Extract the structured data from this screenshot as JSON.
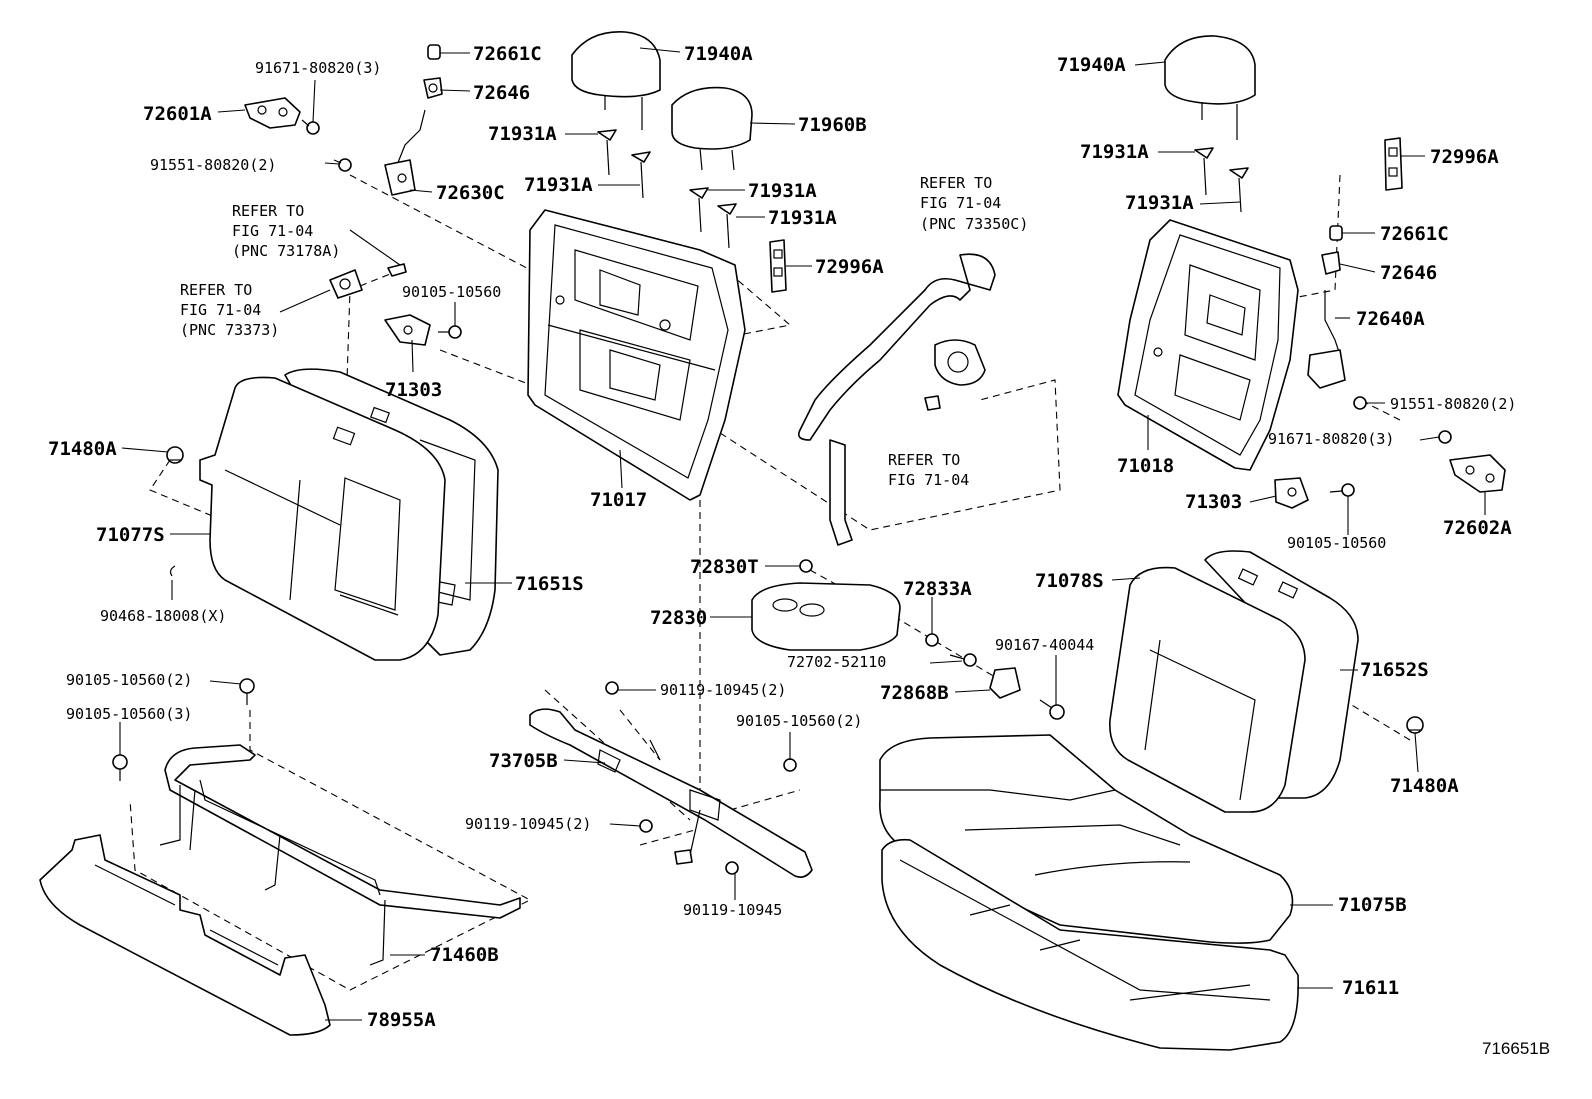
{
  "diagram_id": "716651B",
  "labels": {
    "p91671_80820_3_a": "91671-80820(3)",
    "p72661C_a": "72661C",
    "p71940A_a": "71940A",
    "p72646_a": "72646",
    "p72601A": "72601A",
    "p71931A_a": "71931A",
    "p71960B": "71960B",
    "p91551_80820_2_a": "91551-80820(2)",
    "p71931A_b": "71931A",
    "p72630C": "72630C",
    "p71931A_c": "71931A",
    "p71931A_d": "71931A",
    "p72996A_a": "72996A",
    "p90105_10560_a": "90105-10560",
    "p71303_a": "71303",
    "p71480A_a": "71480A",
    "p71017": "71017",
    "p71077S": "71077S",
    "p71651S": "71651S",
    "p90468_18008X": "90468-18008(X)",
    "p72830T": "72830T",
    "p72833A": "72833A",
    "p72830": "72830",
    "p90167_40044": "90167-40044",
    "p72702_52110": "72702-52110",
    "p72868B": "72868B",
    "p90105_10560_2_a": "90105-10560(2)",
    "p90119_10945_2_a": "90119-10945(2)",
    "p90105_10560_3": "90105-10560(3)",
    "p90105_10560_2_b": "90105-10560(2)",
    "p73705B": "73705B",
    "p90119_10945_2_b": "90119-10945(2)",
    "p90119_10945": "90119-10945",
    "p71460B": "71460B",
    "p78955A": "78955A",
    "p71940A_b": "71940A",
    "p71931A_e": "71931A",
    "p72996A_b": "72996A",
    "p71931A_f": "71931A",
    "p72661C_b": "72661C",
    "p72646_b": "72646",
    "p72640A": "72640A",
    "p91551_80820_2_b": "91551-80820(2)",
    "p71018": "71018",
    "p91671_80820_3_b": "91671-80820(3)",
    "p71303_b": "71303",
    "p72602A": "72602A",
    "p90105_10560_b": "90105-10560",
    "p71078S": "71078S",
    "p71652S": "71652S",
    "p71480A_b": "71480A",
    "p71075B": "71075B",
    "p71611": "71611"
  },
  "refs": {
    "ref_73178A": [
      "REFER TO",
      "FIG 71-04",
      "(PNC 73178A)"
    ],
    "ref_73373": [
      "REFER TO",
      "FIG 71-04",
      "(PNC 73373)"
    ],
    "ref_73350C": [
      "REFER TO",
      "FIG 71-04",
      "(PNC 73350C)"
    ],
    "ref_7104": [
      "REFER TO",
      "FIG 71-04"
    ]
  }
}
